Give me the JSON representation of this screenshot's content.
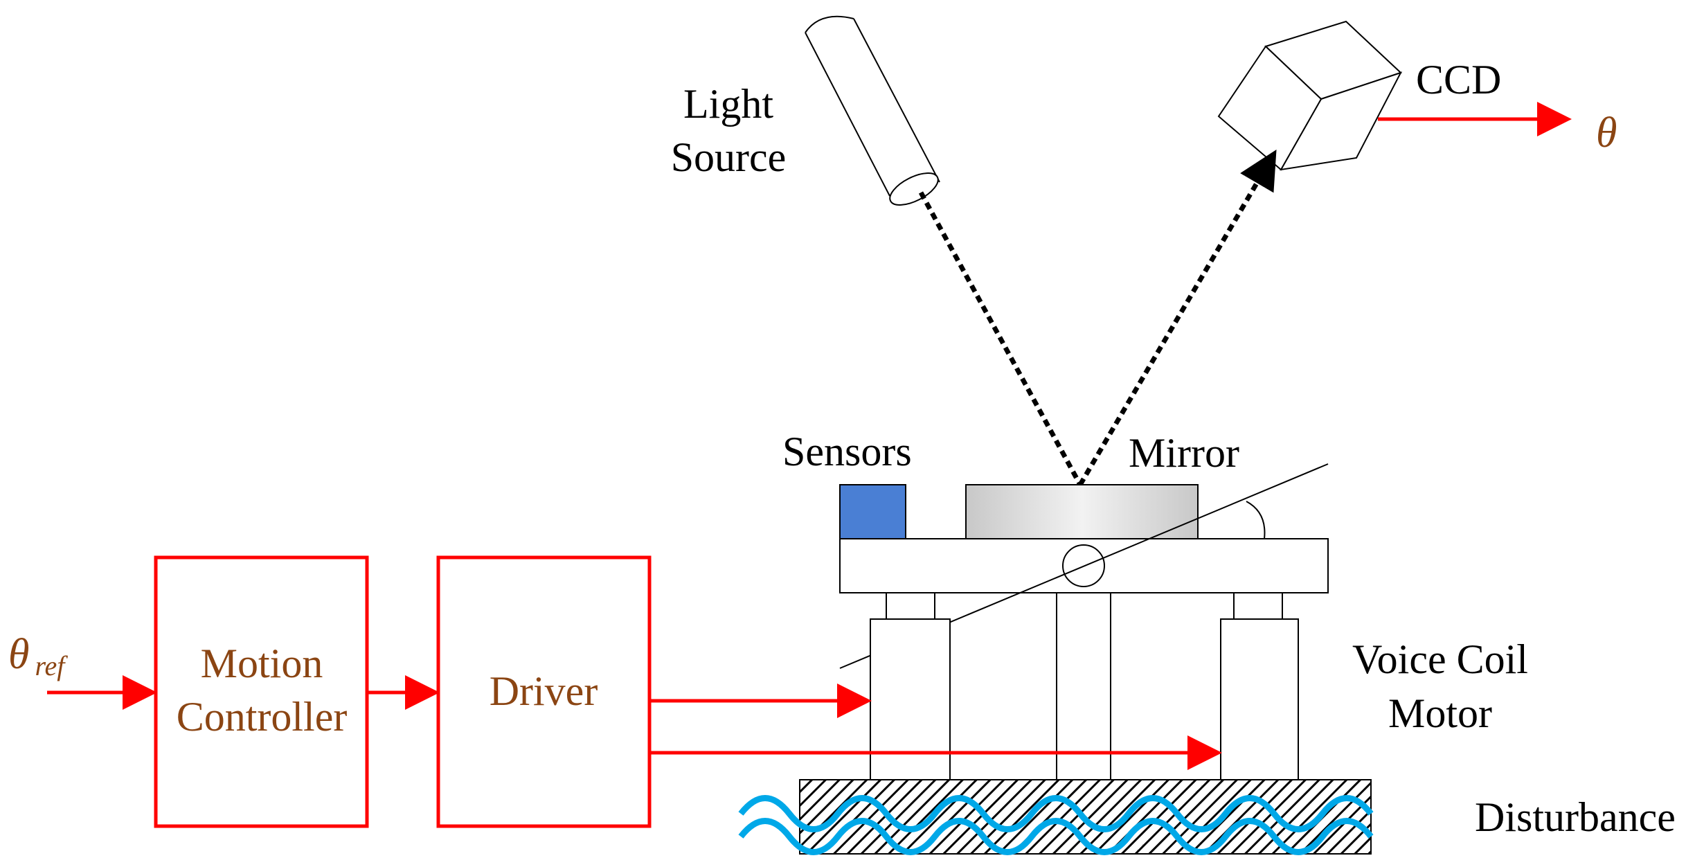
{
  "labels": {
    "light_source_line1": "Light",
    "light_source_line2": "Source",
    "ccd": "CCD",
    "theta_out": "θ",
    "sensors": "Sensors",
    "mirror": "Mirror",
    "theta_ref": "θ",
    "theta_ref_sub": "ref",
    "motion_controller_line1": "Motion",
    "motion_controller_line2": "Controller",
    "driver": "Driver",
    "vcm_line1": "Voice Coil",
    "vcm_line2": "Motor",
    "disturbance": "Disturbance"
  },
  "colors": {
    "signal": "#ff0000",
    "block_text": "#8B4513",
    "sensor": "#4a7fd4",
    "disturbance_wave": "#00a8e8",
    "mirror_fill": "#d8d8d8"
  }
}
